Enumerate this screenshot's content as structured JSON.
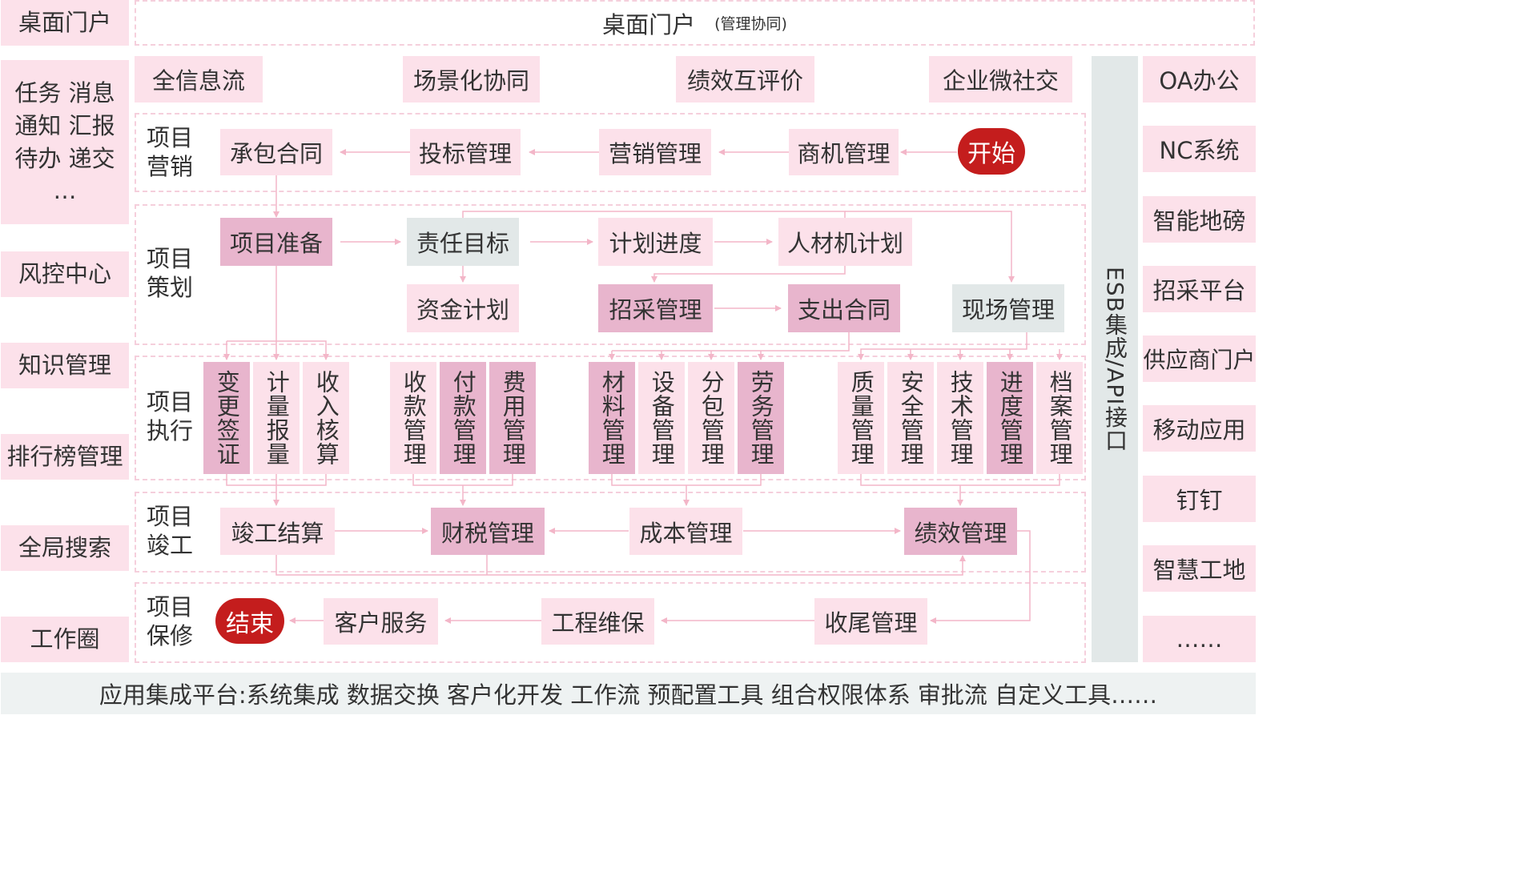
{
  "left_nav": [
    {
      "label": "桌面门户"
    },
    {
      "lines": [
        "任务 消息",
        "通知 汇报",
        "待办 递交",
        "…"
      ]
    },
    {
      "label": "风控中心"
    },
    {
      "label": "知识管理"
    },
    {
      "label": "排行榜管理"
    },
    {
      "label": "全局搜索"
    },
    {
      "label": "工作圈"
    }
  ],
  "header": {
    "title": "桌面门户",
    "subtitle": "(管理协同)"
  },
  "features": [
    "全信息流",
    "场景化协同",
    "绩效互评价",
    "企业微社交"
  ],
  "stages": {
    "marketing": [
      "项目",
      "营销"
    ],
    "planning": [
      "项目",
      "策划"
    ],
    "execution": [
      "项目",
      "执行"
    ],
    "completion": [
      "项目",
      "竣工"
    ],
    "warranty": [
      "项目",
      "保修"
    ]
  },
  "nodes": {
    "start": "开始",
    "end": "结束",
    "contract": "承包合同",
    "bidding": "投标管理",
    "sales": "营销管理",
    "opportunity": "商机管理",
    "prep": "项目准备",
    "target": "责任目标",
    "schedule": "计划进度",
    "resource": "人材机计划",
    "fund": "资金计划",
    "procure": "招采管理",
    "expense_contract": "支出合同",
    "site": "现场管理",
    "change_visa": "变更签证",
    "measure": "计量报量",
    "income_check": "收入核算",
    "receipt": "收款管理",
    "payment": "付款管理",
    "cost_fee": "费用管理",
    "material": "材料管理",
    "equipment": "设备管理",
    "subcontract": "分包管理",
    "labor": "劳务管理",
    "quality": "质量管理",
    "safety": "安全管理",
    "technical": "技术管理",
    "progress": "进度管理",
    "archive": "档案管理",
    "settlement": "竣工结算",
    "tax": "财税管理",
    "cost": "成本管理",
    "performance": "绩效管理",
    "customer": "客户服务",
    "maintenance": "工程维保",
    "closing": "收尾管理"
  },
  "esb": "ESB集成/API接口",
  "right_nav": [
    "OA办公",
    "NC系统",
    "智能地磅",
    "招采平台",
    "供应商门户",
    "移动应用",
    "钉钉",
    "智慧工地",
    "……"
  ],
  "bottom_bar": "应用集成平台:系统集成 数据交换 客户化开发 工作流 预配置工具 组合权限体系 审批流 自定义工具……",
  "colors": {
    "light_pink": "#fce1ea",
    "dark_pink": "#e8b5cd",
    "gray": "#e2e8e8",
    "red": "#c41d1d",
    "line": "#f3b6c8"
  }
}
